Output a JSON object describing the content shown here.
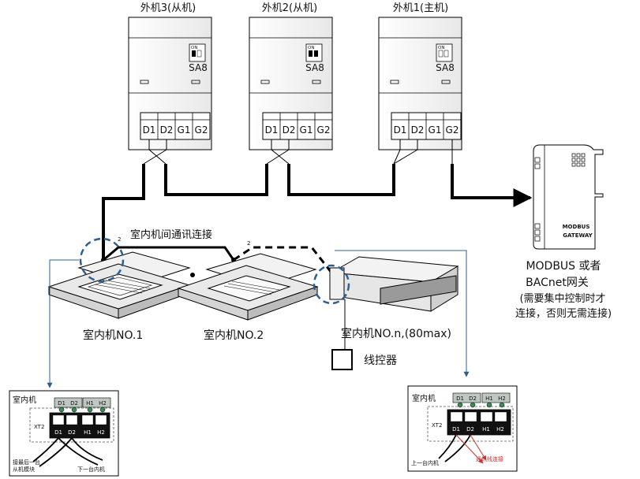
{
  "outdoor_units": [
    {
      "title": "外机3(从机)",
      "switch": "SA8",
      "terminals": [
        "D1",
        "D2",
        "G1",
        "G2"
      ]
    },
    {
      "title": "外机2(从机)",
      "switch": "SA8",
      "terminals": [
        "D1",
        "D2",
        "G1",
        "G2"
      ]
    },
    {
      "title": "外机1(主机)",
      "switch": "SA8",
      "terminals": [
        "D1",
        "D2",
        "G1",
        "G2"
      ]
    }
  ],
  "switch_on_label": "ON",
  "gateway": {
    "line1": "MODBUS",
    "line2": "GATEWAY",
    "caption_lines": [
      "MODBUS 或者",
      "BACnet网关",
      "(需要集中控制时才",
      "连接，否则无需连接)"
    ]
  },
  "indoor_comm_label": "室内机间通讯连接",
  "marker_2": "2",
  "indoor_units": [
    {
      "label": "室内机NO.1"
    },
    {
      "label": "室内机NO.2"
    },
    {
      "label": "室内机NO.n,(80max)"
    }
  ],
  "wired_controller_label": "线控器",
  "detail_left": {
    "title": "室内机",
    "xt2": "XT2",
    "top_terminals": [
      "D1",
      "D2",
      "H1",
      "H2"
    ],
    "bottom_terminals": [
      "D1",
      "D2",
      "H1",
      "H2"
    ],
    "note_lines": [
      "接最后一台",
      "从机模块"
    ],
    "note_right": "下一台内机"
  },
  "detail_right": {
    "title": "室内机",
    "xt2": "XT2",
    "top_terminals": [
      "D1",
      "D2",
      "H1",
      "H2"
    ],
    "bottom_terminals": [
      "D1",
      "D2",
      "H1",
      "H2"
    ],
    "note_left": "上一台内机",
    "note_red": "通讯线连接"
  }
}
